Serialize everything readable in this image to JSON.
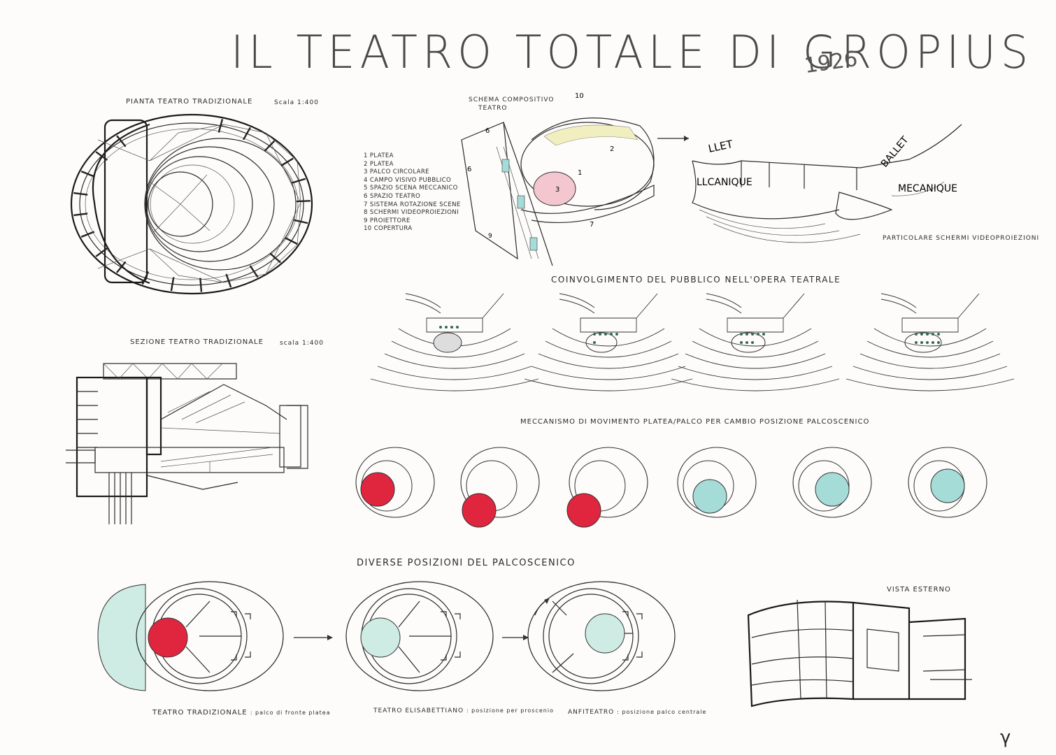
{
  "title": "IL TEATRO TOTALE DI GROPIUS",
  "year": "1926",
  "plan": {
    "label": "PIANTA TEATRO TRADIZIONALE",
    "scale": "Scala 1:400"
  },
  "section": {
    "label": "SEZIONE TEATRO TRADIZIONALE",
    "scale": "scala 1:400"
  },
  "scheme": {
    "label_line1": "SCHEMA COMPOSITIVO",
    "label_line2": "TEATRO",
    "legend": [
      "1 PLATEA",
      "2 PLATEA",
      "3 PALCO CIRCOLARE",
      "4 CAMPO VISIVO PUBBLICO",
      "5 SPAZIO SCENA MECCANICO",
      "6 SPAZIO TEATRO",
      "7 SISTEMA ROTAZIONE SCENE",
      "8 SCHERMI VIDEOPROIEZIONI",
      "9 PROIETTORE",
      "10 COPERTURA"
    ]
  },
  "screens": {
    "label": "PARTICOLARE SCHERMI VIDEOPROIEZIONI",
    "text_left_top": "LLET",
    "text_left": "LLCANIQUE",
    "text_right_top": "BALLET",
    "text_right": "MECANIQUE"
  },
  "involvement": {
    "label": "COINVOLGIMENTO DEL PUBBLICO NELL'OPERA TEATRALE"
  },
  "mechanism": {
    "label": "MECCANISMO DI MOVIMENTO PLATEA/PALCO PER CAMBIO POSIZIONE PALCOSCENICO"
  },
  "positions": {
    "label": "DIVERSE POSIZIONI DEL PALCOSCENICO",
    "items": [
      {
        "name": "TEATRO TRADIZIONALE",
        "desc": ": palco di fronte platea"
      },
      {
        "name": "TEATRO ELISABETTIANO",
        "desc": ": posizione per proscenio"
      },
      {
        "name": "ANFITEATRO",
        "desc": ": posizione palco centrale"
      }
    ]
  },
  "exterior": {
    "label": "VISTA ESTERNO"
  },
  "signature": "γ",
  "colors": {
    "red": "#e0263e",
    "cyan": "#a6dcd8",
    "yellow": "#f1eec0",
    "pink": "#f4c6cf",
    "ink": "#2a2a2a"
  }
}
